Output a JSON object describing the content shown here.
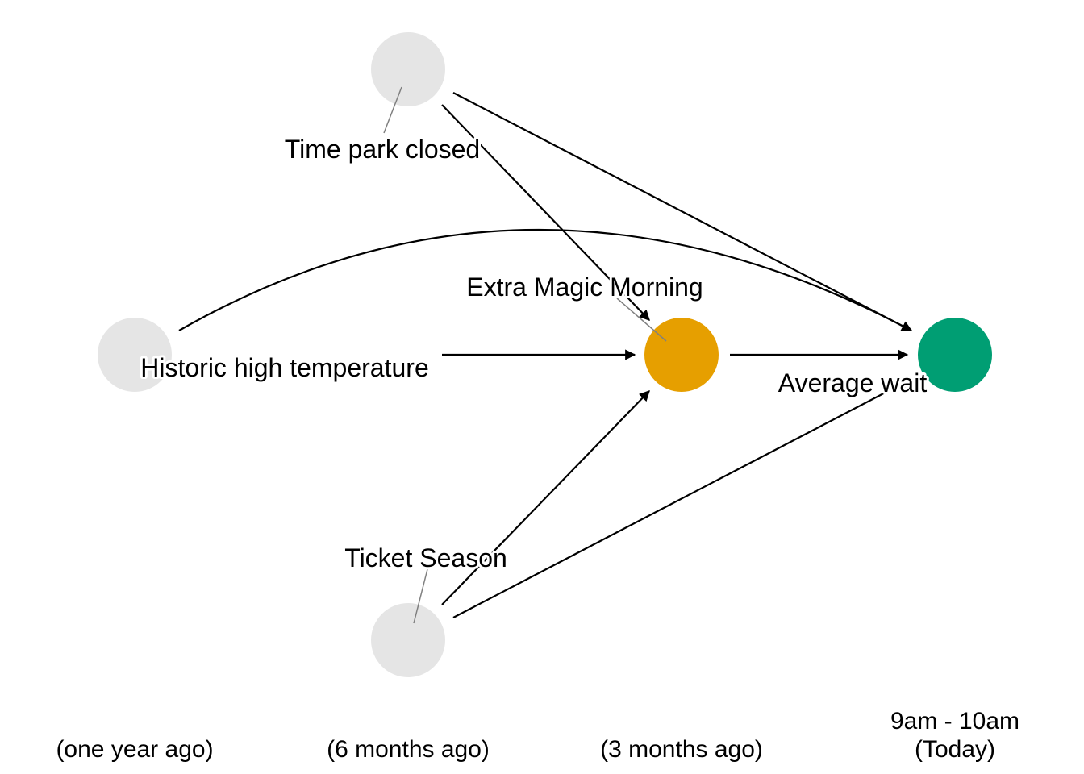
{
  "nodes": {
    "time_park_closed": {
      "label": "Time park closed",
      "color": "#e5e5e5"
    },
    "historic_high_temperature": {
      "label": "Historic high temperature",
      "color": "#e5e5e5"
    },
    "extra_magic_morning": {
      "label": "Extra Magic Morning",
      "color": "#e69f00"
    },
    "average_wait": {
      "label": "Average wait",
      "color": "#009e73"
    },
    "ticket_season": {
      "label": "Ticket Season",
      "color": "#e5e5e5"
    }
  },
  "time_axis": {
    "one_year": "(one year ago)",
    "six_months": "(6 months ago)",
    "three_months": "(3 months ago)",
    "today_line1": "9am - 10am",
    "today_line2": "(Today)"
  }
}
